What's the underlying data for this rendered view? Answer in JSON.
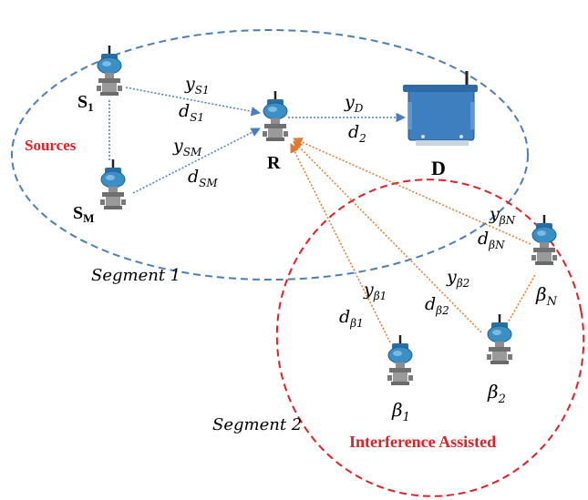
{
  "segments": {
    "segment1": "Segment 1",
    "segment2": "Segment 2"
  },
  "groups": {
    "sources": "Sources",
    "interference": "Interference Assisted"
  },
  "nodes": {
    "s1": {
      "label": "S",
      "sub": "1"
    },
    "sm": {
      "label": "S",
      "sub": "M"
    },
    "relay": {
      "label": "R"
    },
    "dest": {
      "label": "D"
    },
    "beta1": {
      "label": "β",
      "sub": "1"
    },
    "beta2": {
      "label": "β",
      "sub": "2"
    },
    "betaN": {
      "label": "β",
      "sub": "N"
    }
  },
  "links": {
    "s1": {
      "y": "y",
      "y_sub": "S1",
      "d": "d",
      "d_sub": "S1"
    },
    "sm": {
      "y": "y",
      "y_sub": "SM",
      "d": "d",
      "d_sub": "SM"
    },
    "rd": {
      "y": "y",
      "y_sub": "D",
      "d": "d",
      "d_sub": "2"
    },
    "beta1": {
      "y": "y",
      "y_sub": "β1",
      "d": "d",
      "d_sub": "β1"
    },
    "beta2": {
      "y": "y",
      "y_sub": "β2",
      "d": "d",
      "d_sub": "β2"
    },
    "betaN": {
      "y": "y",
      "y_sub": "βN",
      "d": "d",
      "d_sub": "βN"
    }
  },
  "colors": {
    "segment1_ellipse": "#4a7ebb",
    "segment2_ellipse": "#e41e25",
    "source_links": "#4a7ebb",
    "interference_links": "#e07a30",
    "sensor_body": "#3a8fc4",
    "dest_box": "#3e7fc0"
  }
}
